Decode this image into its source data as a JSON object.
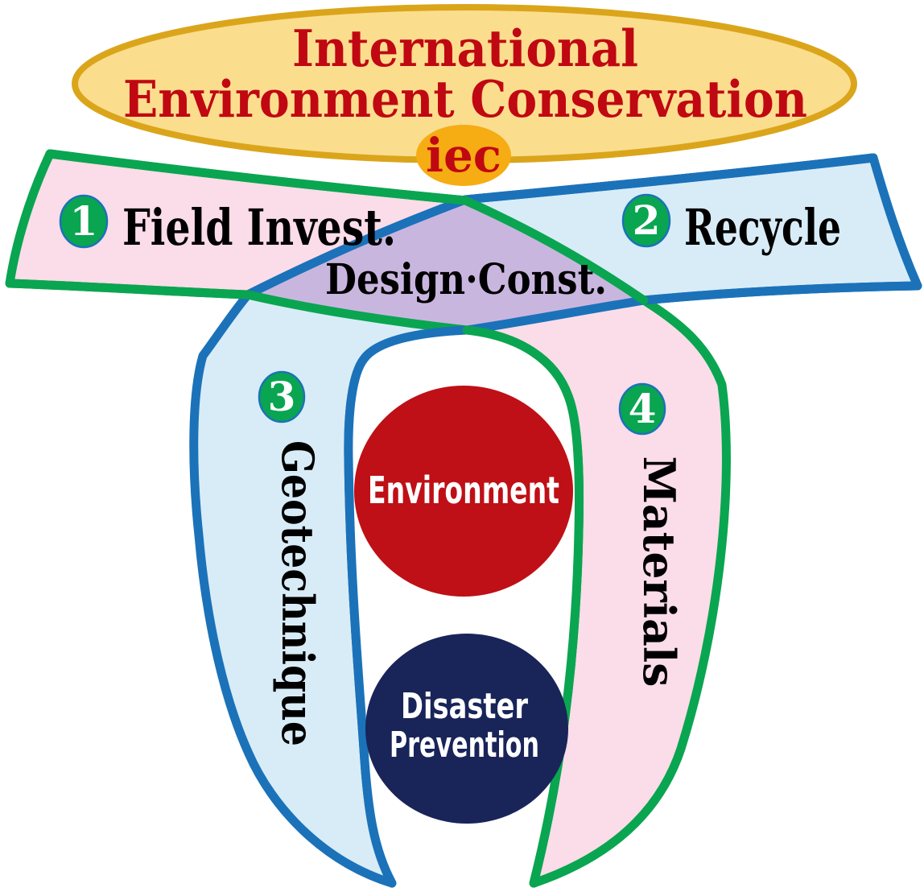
{
  "diagram": {
    "title": {
      "line1": "International",
      "line2": "Environment Conservation",
      "acronym": "iec"
    },
    "overlap_label": "Design·Const.",
    "sections": [
      {
        "number": "1",
        "label": "Field Invest."
      },
      {
        "number": "2",
        "label": "Recycle"
      },
      {
        "number": "3",
        "label": "Geotechnique"
      },
      {
        "number": "4",
        "label": "Materials"
      }
    ],
    "nodes": [
      {
        "label": "Environment"
      },
      {
        "label": "Disaster Prevention",
        "line1": "Disaster",
        "line2": "Prevention"
      }
    ],
    "colors": {
      "title_red": "#c00812",
      "gold_fill": "#fbdd8e",
      "gold_stroke": "#dba51b",
      "orange_badge": "#f6ac13",
      "green": "#0aa550",
      "blue": "#1b72b9",
      "pink_band": "#fbdce9",
      "light_blue_band": "#d8ecf7",
      "lavender_overlap": "#c9b6df",
      "environment_circle": "#be1016",
      "disaster_circle": "#192459",
      "badge_green": "#0aa550",
      "label_black": "#000000",
      "label_white": "#ffffff"
    }
  }
}
